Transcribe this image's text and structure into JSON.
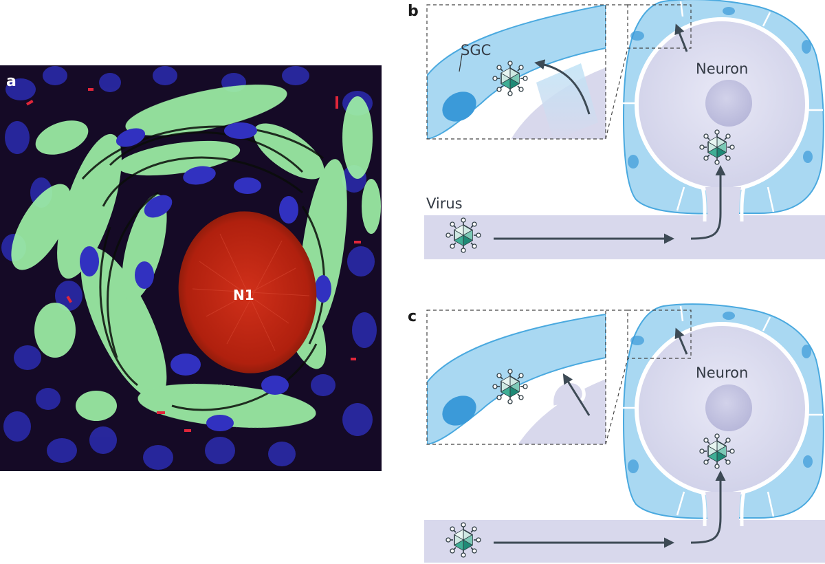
{
  "panels": {
    "a": {
      "letter": "a",
      "neuron_label": "N1"
    },
    "b": {
      "letter": "b",
      "sgc_label": "SGC",
      "neuron_label": "Neuron",
      "virus_label": "Virus"
    },
    "c": {
      "letter": "c",
      "neuron_label": "Neuron"
    }
  },
  "colors": {
    "sgc_fill": "#a9d8f2",
    "sgc_stroke": "#4aa9df",
    "sgc_nucleus": "#3b9ad9",
    "neuron_fill": "#d9d9ee",
    "neuron_nucleus": "#c4c4e0",
    "axon_fill": "#d8d8ec",
    "arrow": "#3d4a55",
    "virus_light": "#cfe9e3",
    "virus_dark": "#1e8a76",
    "micro_red": "#c62812",
    "micro_green": "#9ef1a6",
    "micro_blue": "#2a2aa8"
  }
}
